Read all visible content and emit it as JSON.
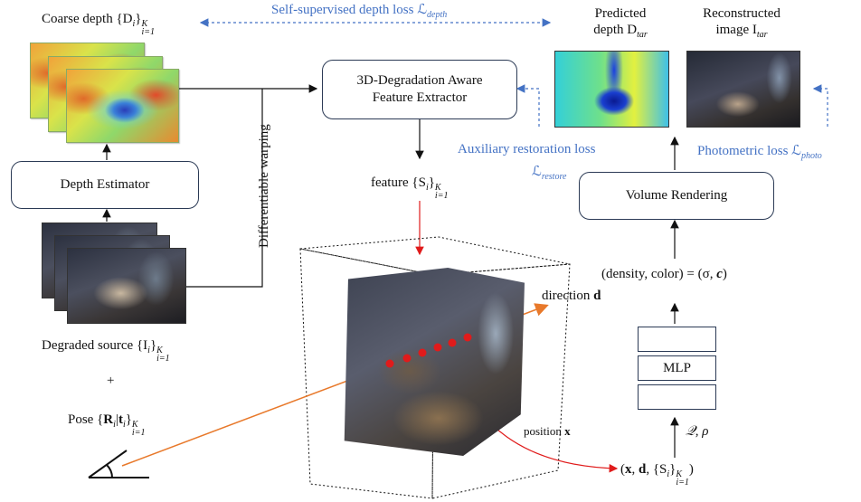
{
  "labels": {
    "coarse_depth": "Coarse depth {D",
    "coarse_depth_sub": "i",
    "coarse_depth_tail": "}",
    "coarse_depth_range": "K",
    "coarse_depth_range_low": "i=1",
    "self_supervised_loss": "Self-supervised depth loss ℒ",
    "self_supervised_loss_sub": "depth",
    "predicted_depth_line1": "Predicted",
    "predicted_depth_line2": "depth D",
    "predicted_depth_sub": "tar",
    "reconstructed_line1": "Reconstructed",
    "reconstructed_line2": "image I",
    "reconstructed_sub": "tar",
    "depth_estimator": "Depth Estimator",
    "differentiable_warping": "Differentiable warping",
    "extractor_line1": "3D-Degradation Aware",
    "extractor_line2": "Feature Extractor",
    "aux_loss_line1": "Auxiliary restoration loss",
    "aux_loss_symbol": "ℒ",
    "aux_loss_sub": "restore",
    "photometric_loss": "Photometric loss ℒ",
    "photometric_loss_sub": "photo",
    "feature": "feature {S",
    "feature_sub": "i",
    "feature_tail": "}",
    "feature_sup": "K",
    "feature_low": "i=1",
    "volume_rendering": "Volume Rendering",
    "density_color": "(density, color) = (σ, ",
    "density_color_c": "c",
    "density_color_close": ")",
    "direction": "direction ",
    "direction_bold": "d",
    "mlp": "MLP",
    "q_rho": "𝒬, ρ",
    "degraded_source": "Degraded source {I",
    "degraded_sub": "i",
    "degraded_tail": "}",
    "degraded_sup": "K",
    "degraded_low": "i=1",
    "plus": "+",
    "pose": "Pose {",
    "pose_r": "R",
    "pose_i": "i",
    "pose_bar": "|",
    "pose_t": "t",
    "pose_i2": "i",
    "pose_tail": "}",
    "pose_sup": "K",
    "pose_low": "i=1",
    "position": "position ",
    "position_bold": "x",
    "input_tuple_open": "(",
    "input_tuple_x": "x",
    "input_tuple_sep": ", ",
    "input_tuple_d": "d",
    "input_tuple_s": ", {S",
    "input_tuple_sub": "i",
    "input_tuple_close": "}",
    "input_tuple_sup": "K",
    "input_tuple_low": "i=1",
    "input_tuple_end": ")"
  },
  "icons": {
    "camera": "camera-icon"
  },
  "colors": {
    "loss_text": "#4472c4",
    "ray": "#e8792b",
    "sample_point": "#e01b1b"
  }
}
